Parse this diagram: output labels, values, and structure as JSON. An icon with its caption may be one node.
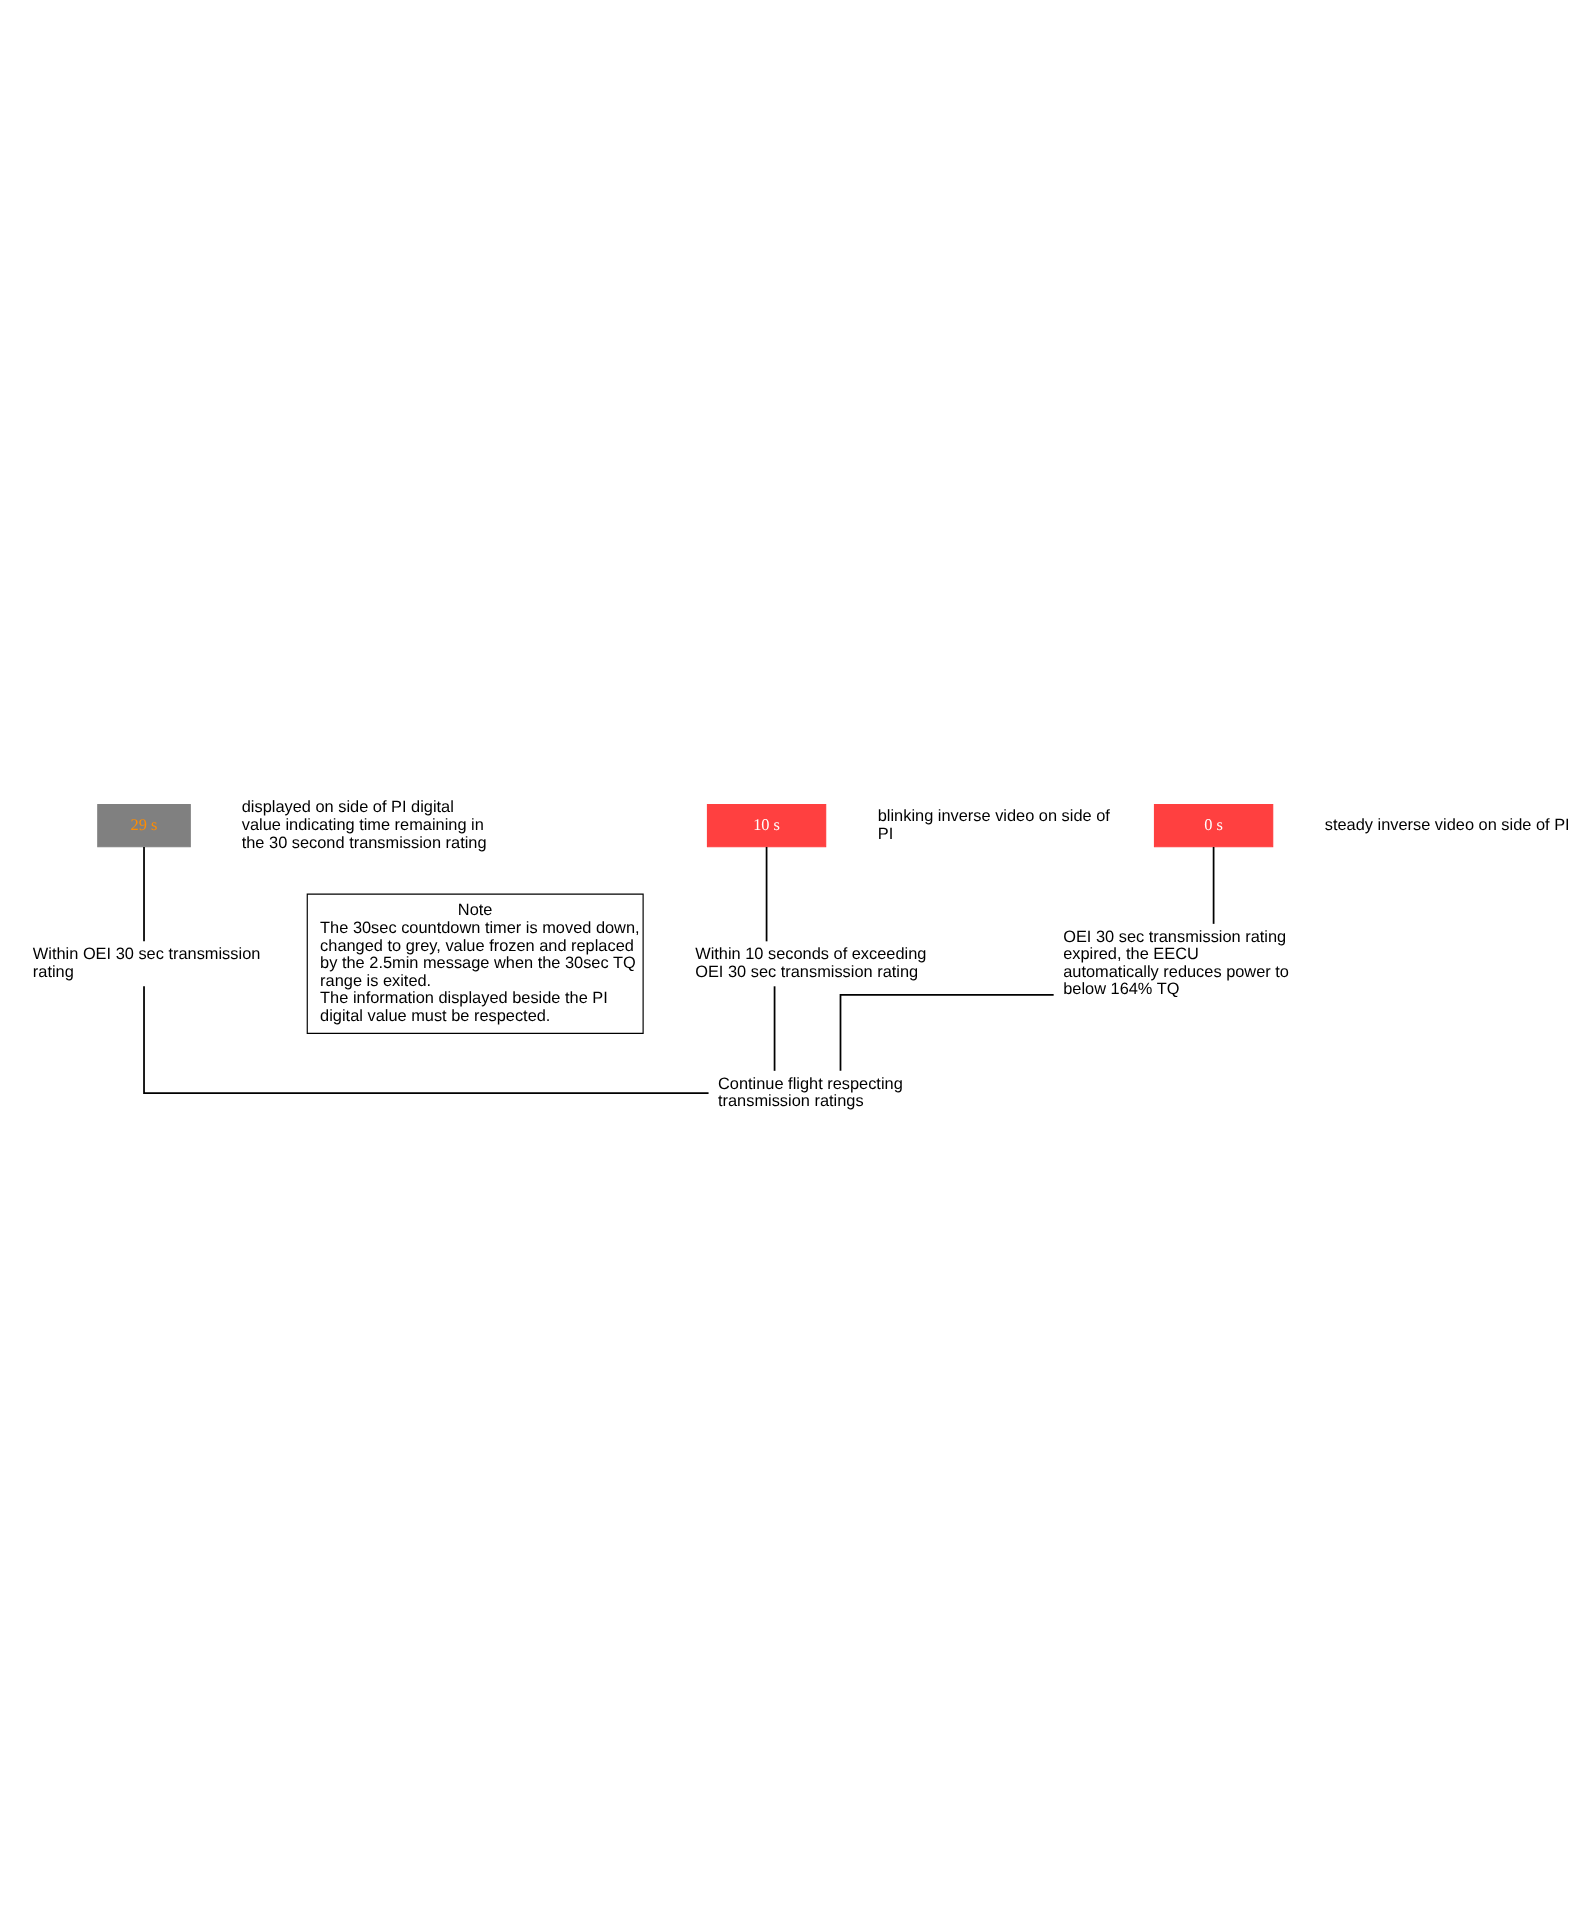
{
  "diagram": {
    "nodes": [
      {
        "text": [
          "29 s"
        ],
        "beside": [
          "displayed on side of PI digital value indicating time remaining in the 30 second transmission rating"
        ]
      },
      {
        "text": [
          "Within OEI 30 sec transmission rating"
        ]
      },
      {
        "text": [
          "Note",
          "The 30sec countdown timer is moved down, changed to grey, value frozen and replaced by the 2.5min message when the 30sec TQ range is exited.",
          "The information displayed beside the PI digital value must be respected."
        ]
      },
      {
        "text": [
          "10 s"
        ],
        "beside": [
          "blinking inverse video on side of PI"
        ]
      },
      {
        "text": [
          "Within 10 seconds of exceeding OEI 30 sec transmission rating"
        ]
      },
      {
        "text": [
          "0 s"
        ],
        "beside": [
          "steady inverse video on side of PI"
        ]
      },
      {
        "text": [
          "OEI 30 sec transmission rating expired, the EECU automatically reduces power to below 164% TQ"
        ]
      },
      {
        "text": [
          "Continue flight respecting transmission ratings"
        ]
      }
    ],
    "edges": [
      {
        "from": 0,
        "to": 1,
        "arrow": "none"
      },
      {
        "from": 1,
        "to": 7,
        "arrow": "none"
      },
      {
        "from": 3,
        "to": 4,
        "arrow": "none"
      },
      {
        "from": 4,
        "to": 7,
        "arrow": "none"
      },
      {
        "from": 5,
        "to": 6,
        "arrow": "none"
      },
      {
        "from": 6,
        "to": 7,
        "arrow": "none"
      }
    ]
  }
}
